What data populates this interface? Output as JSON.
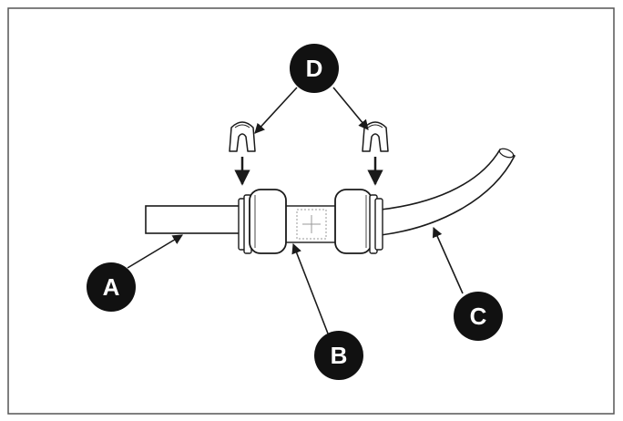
{
  "diagram": {
    "callouts": {
      "a": "A",
      "b": "B",
      "c": "C",
      "d": "D"
    },
    "colors": {
      "line": "#1a1a1a",
      "callout_fill": "#111111",
      "callout_text": "#ffffff",
      "frame": "#555555",
      "background": "#ffffff"
    }
  }
}
